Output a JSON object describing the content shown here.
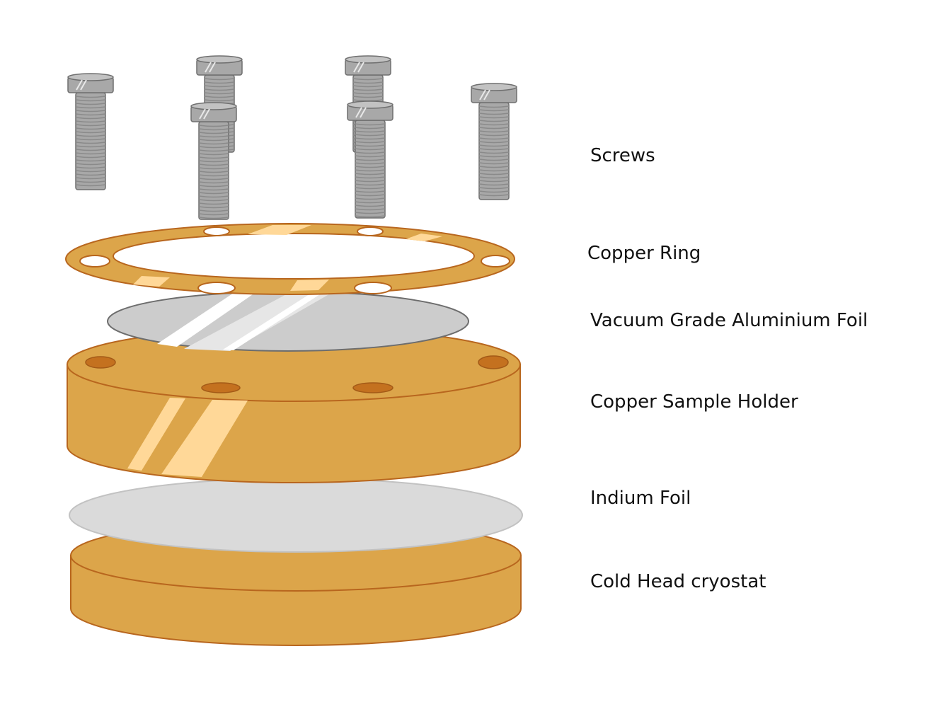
{
  "labels": {
    "screws": "Screws",
    "copper_ring": "Copper Ring",
    "aluminium_foil": "Vacuum Grade Aluminium Foil",
    "sample_holder": "Copper Sample Holder",
    "indium_foil": "Indium Foil",
    "cold_head": "Cold Head cryostat"
  },
  "colors": {
    "copper": "#dca54a",
    "copper_outline": "#b8661e",
    "copper_highlight": "#ffd898",
    "hole_fill": "#c4711f",
    "screw_gray": "#a8a8a8",
    "screw_dark": "#8a8a8a",
    "screw_outline": "#6f6f6f",
    "aluminium": "#cccccc",
    "aluminium_outline": "#6d6d6d",
    "indium": "#dadada",
    "indium_outline": "#bcbcbc"
  }
}
